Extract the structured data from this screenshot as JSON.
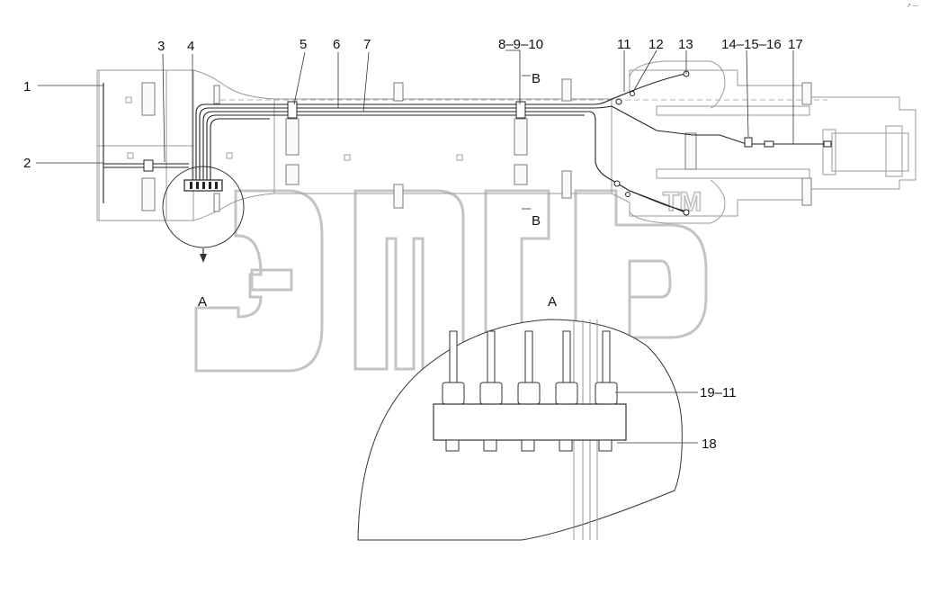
{
  "callouts": {
    "c1": "1",
    "c2": "2",
    "c3": "3",
    "c4": "4",
    "c5": "5",
    "c6": "6",
    "c7": "7",
    "c8_9_10": "8–9–10",
    "c11": "11",
    "c12": "12",
    "c13": "13",
    "c14_15_16": "14–15–16",
    "c17": "17",
    "c19_11": "19–11",
    "c18": "18"
  },
  "section_marks": {
    "a": "A",
    "b": "B"
  },
  "watermark": {
    "tm": "TM"
  },
  "corner_mark": "↗ —"
}
